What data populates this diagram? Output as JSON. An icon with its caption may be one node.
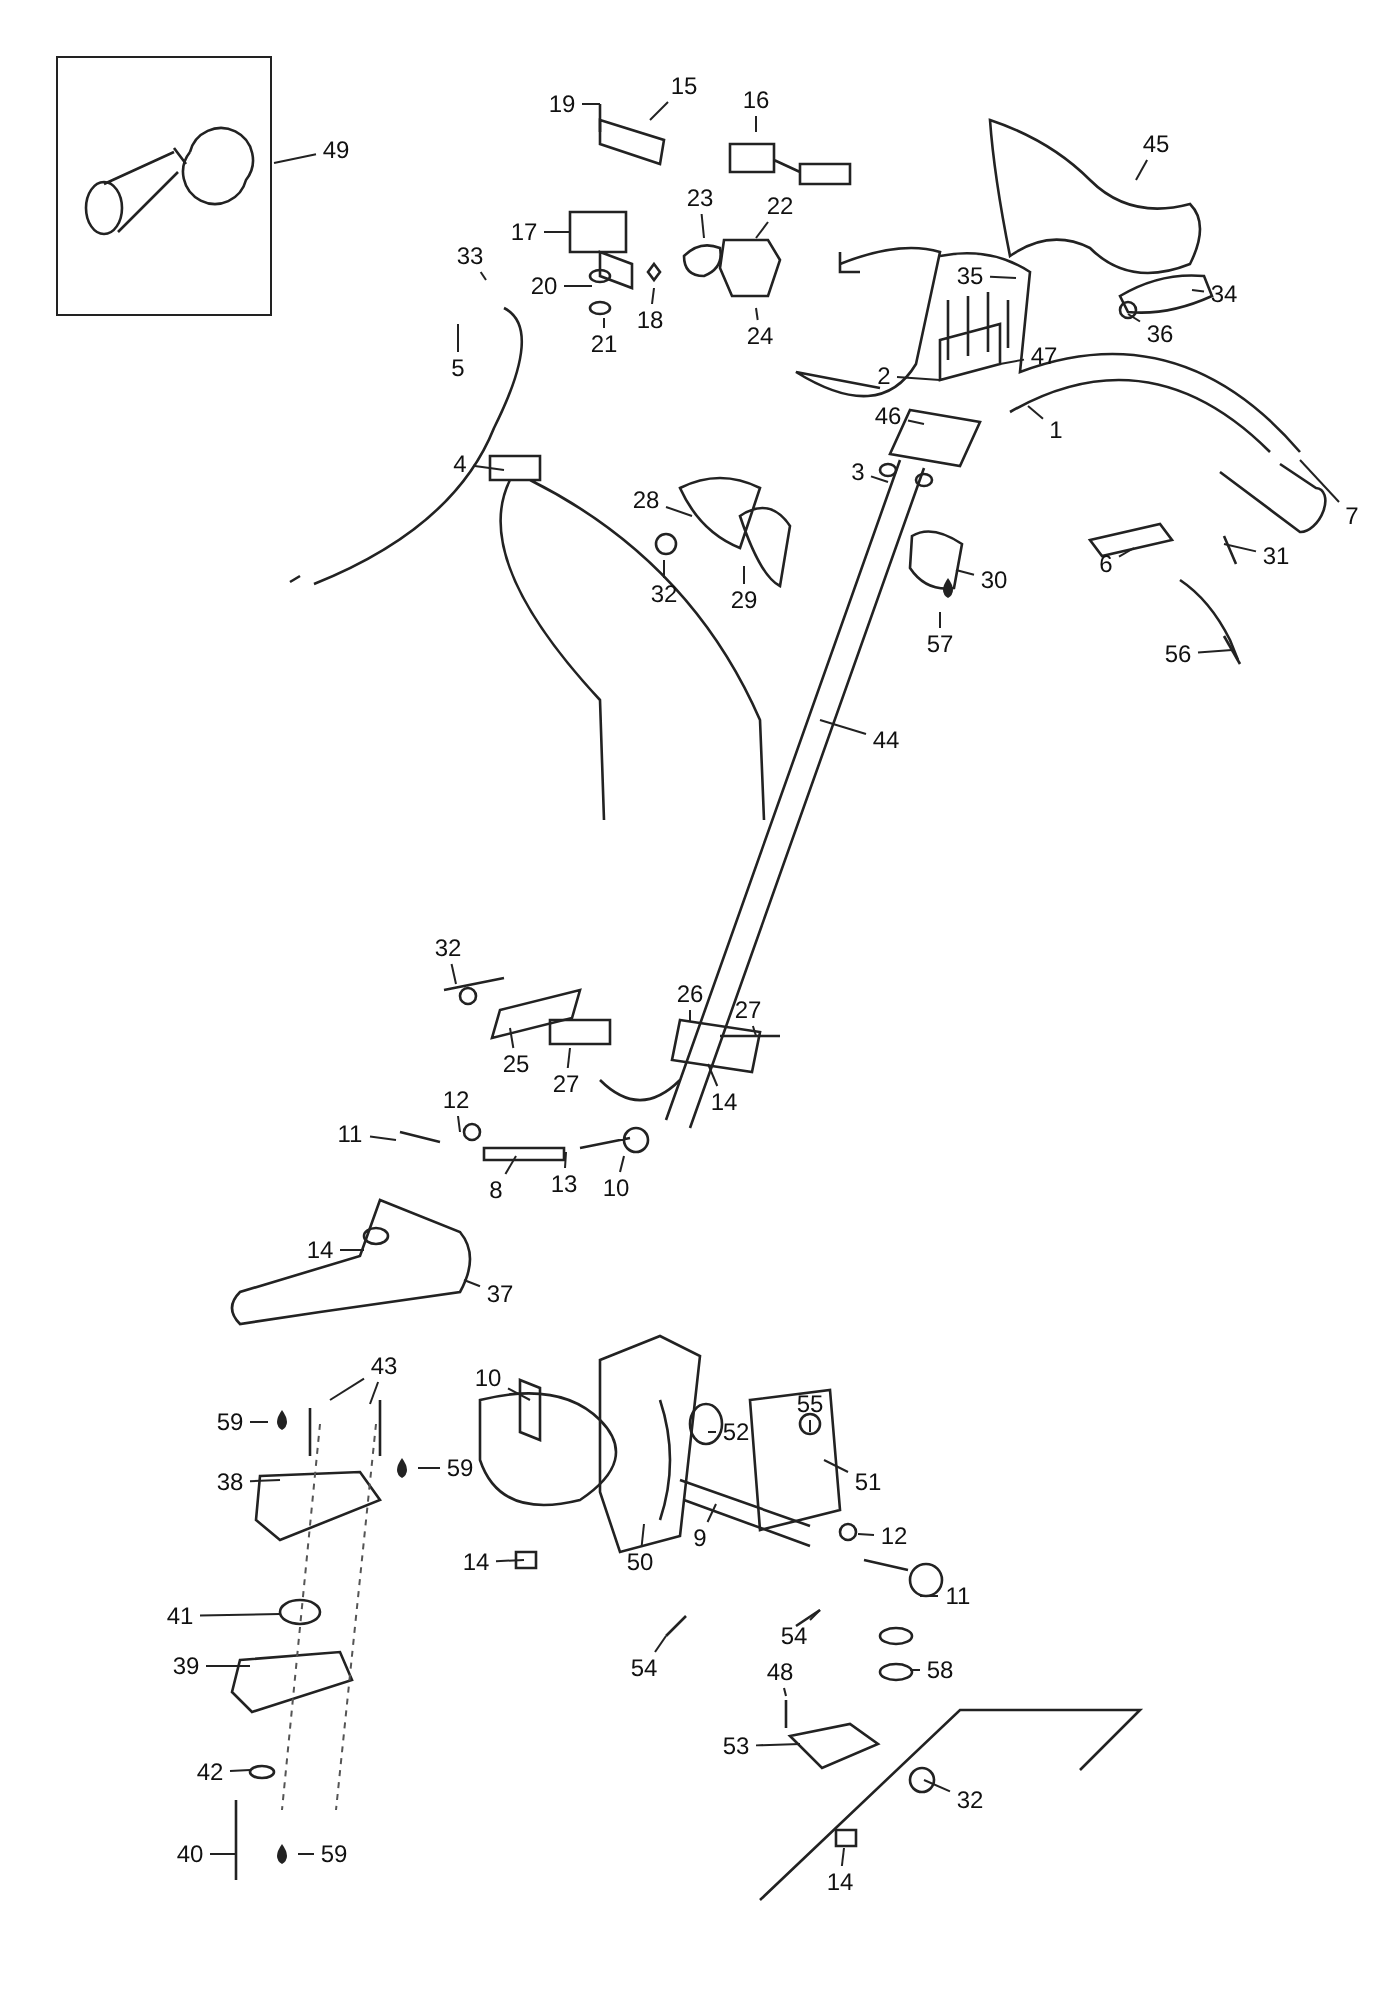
{
  "diagram": {
    "nodes": [
      {
        "text": [],
        "shape": "picture"
      },
      {
        "text": [
          "49"
        ]
      },
      {
        "text": [
          "15"
        ]
      },
      {
        "text": [
          "16"
        ]
      },
      {
        "text": [
          "19"
        ]
      },
      {
        "text": [
          "45"
        ]
      },
      {
        "text": [
          "33"
        ]
      },
      {
        "text": [
          "17"
        ]
      },
      {
        "text": [
          "23"
        ]
      },
      {
        "text": [
          "22"
        ]
      },
      {
        "text": [
          "35"
        ]
      },
      {
        "text": [
          "34"
        ]
      },
      {
        "text": [
          "20"
        ]
      },
      {
        "text": [
          "18"
        ]
      },
      {
        "text": [
          "36"
        ]
      },
      {
        "text": [
          "21"
        ]
      },
      {
        "text": [
          "24"
        ]
      },
      {
        "text": [
          "5"
        ]
      },
      {
        "text": [
          "2"
        ]
      },
      {
        "text": [
          "47"
        ]
      },
      {
        "text": [
          "1"
        ]
      },
      {
        "text": [
          "46"
        ]
      },
      {
        "text": [
          "7"
        ]
      },
      {
        "text": [
          "4"
        ]
      },
      {
        "text": [
          "3"
        ]
      },
      {
        "text": [
          "28"
        ]
      },
      {
        "text": [
          "32"
        ]
      },
      {
        "text": [
          "29"
        ]
      },
      {
        "text": [
          "30"
        ]
      },
      {
        "text": [
          "6"
        ]
      },
      {
        "text": [
          "31"
        ]
      },
      {
        "text": [
          "57"
        ]
      },
      {
        "text": [
          "56"
        ]
      },
      {
        "text": [
          "44"
        ]
      },
      {
        "text": [
          "32"
        ]
      },
      {
        "text": [
          "26"
        ]
      },
      {
        "text": [
          "27"
        ]
      },
      {
        "text": [
          "25"
        ]
      },
      {
        "text": [
          "27"
        ]
      },
      {
        "text": [
          "14"
        ]
      },
      {
        "text": [
          "11"
        ]
      },
      {
        "text": [
          "12"
        ]
      },
      {
        "text": [
          "8"
        ]
      },
      {
        "text": [
          "13"
        ]
      },
      {
        "text": [
          "10"
        ]
      },
      {
        "text": [
          "14"
        ]
      },
      {
        "text": [
          "37"
        ]
      },
      {
        "text": [
          "43"
        ]
      },
      {
        "text": [
          "10"
        ]
      },
      {
        "text": [
          "59"
        ]
      },
      {
        "text": [
          "55"
        ]
      },
      {
        "text": [
          "52"
        ]
      },
      {
        "text": [
          "51"
        ]
      },
      {
        "text": [
          "59"
        ]
      },
      {
        "text": [
          "38"
        ]
      },
      {
        "text": [
          "9"
        ]
      },
      {
        "text": [
          "50"
        ]
      },
      {
        "text": [
          "12"
        ]
      },
      {
        "text": [
          "14"
        ]
      },
      {
        "text": [
          "41"
        ]
      },
      {
        "text": [
          "11"
        ]
      },
      {
        "text": [
          "54"
        ]
      },
      {
        "text": [
          "54"
        ]
      },
      {
        "text": [
          "58"
        ]
      },
      {
        "text": [
          "39"
        ]
      },
      {
        "text": [
          "48"
        ]
      },
      {
        "text": [
          "53"
        ]
      },
      {
        "text": [
          "42"
        ]
      },
      {
        "text": [
          "32"
        ]
      },
      {
        "text": [
          "40"
        ]
      },
      {
        "text": [
          "59"
        ]
      },
      {
        "text": [
          "14"
        ]
      }
    ],
    "edges": [
      {
        "from": 1,
        "to": 0,
        "arrow": "none"
      },
      {
        "from": 2,
        "to": null,
        "arrow": "none"
      },
      {
        "from": 3,
        "to": null,
        "arrow": "none"
      },
      {
        "from": 4,
        "to": null,
        "arrow": "none"
      },
      {
        "from": 5,
        "to": null,
        "arrow": "none"
      },
      {
        "from": 6,
        "to": null,
        "arrow": "none"
      },
      {
        "from": 7,
        "to": null,
        "arrow": "none"
      },
      {
        "from": 8,
        "to": null,
        "arrow": "none"
      },
      {
        "from": 9,
        "to": null,
        "arrow": "none"
      },
      {
        "from": 10,
        "to": null,
        "arrow": "none"
      },
      {
        "from": 11,
        "to": null,
        "arrow": "none"
      },
      {
        "from": 12,
        "to": null,
        "arrow": "none"
      },
      {
        "from": 13,
        "to": null,
        "arrow": "none"
      },
      {
        "from": 14,
        "to": null,
        "arrow": "none"
      },
      {
        "from": 15,
        "to": null,
        "arrow": "none"
      },
      {
        "from": 16,
        "to": null,
        "arrow": "none"
      },
      {
        "from": 17,
        "to": null,
        "arrow": "none"
      },
      {
        "from": 18,
        "to": null,
        "arrow": "none"
      },
      {
        "from": 19,
        "to": null,
        "arrow": "none"
      },
      {
        "from": 20,
        "to": null,
        "arrow": "none"
      },
      {
        "from": 21,
        "to": null,
        "arrow": "none"
      },
      {
        "from": 22,
        "to": null,
        "arrow": "none"
      },
      {
        "from": 23,
        "to": null,
        "arrow": "none"
      },
      {
        "from": 24,
        "to": null,
        "arrow": "none"
      },
      {
        "from": 25,
        "to": null,
        "arrow": "none"
      },
      {
        "from": 26,
        "to": null,
        "arrow": "none"
      },
      {
        "from": 27,
        "to": null,
        "arrow": "none"
      },
      {
        "from": 28,
        "to": null,
        "arrow": "none"
      },
      {
        "from": 29,
        "to": null,
        "arrow": "none"
      },
      {
        "from": 30,
        "to": null,
        "arrow": "none"
      },
      {
        "from": 31,
        "to": null,
        "arrow": "none"
      },
      {
        "from": 32,
        "to": null,
        "arrow": "none"
      },
      {
        "from": 33,
        "to": null,
        "arrow": "none"
      },
      {
        "from": 34,
        "to": null,
        "arrow": "none"
      },
      {
        "from": 35,
        "to": null,
        "arrow": "none"
      },
      {
        "from": 36,
        "to": null,
        "arrow": "none"
      },
      {
        "from": 37,
        "to": null,
        "arrow": "none"
      },
      {
        "from": 38,
        "to": null,
        "arrow": "none"
      },
      {
        "from": 39,
        "to": null,
        "arrow": "none"
      },
      {
        "from": 40,
        "to": null,
        "arrow": "none"
      },
      {
        "from": 41,
        "to": null,
        "arrow": "none"
      },
      {
        "from": 42,
        "to": null,
        "arrow": "none"
      },
      {
        "from": 43,
        "to": null,
        "arrow": "none"
      },
      {
        "from": 44,
        "to": null,
        "arrow": "none"
      },
      {
        "from": 45,
        "to": null,
        "arrow": "none"
      },
      {
        "from": 46,
        "to": null,
        "arrow": "none"
      },
      {
        "from": 47,
        "to": null,
        "arrow": "none"
      },
      {
        "from": 47,
        "to": null,
        "arrow": "none"
      },
      {
        "from": 48,
        "to": null,
        "arrow": "none"
      },
      {
        "from": 49,
        "to": null,
        "arrow": "none"
      },
      {
        "from": 50,
        "to": null,
        "arrow": "none"
      },
      {
        "from": 51,
        "to": null,
        "arrow": "none"
      },
      {
        "from": 52,
        "to": null,
        "arrow": "none"
      },
      {
        "from": 53,
        "to": null,
        "arrow": "none"
      },
      {
        "from": 54,
        "to": null,
        "arrow": "none"
      },
      {
        "from": 55,
        "to": null,
        "arrow": "none"
      },
      {
        "from": 56,
        "to": null,
        "arrow": "none"
      },
      {
        "from": 57,
        "to": null,
        "arrow": "none"
      },
      {
        "from": 58,
        "to": null,
        "arrow": "none"
      },
      {
        "from": 59,
        "to": null,
        "arrow": "none"
      },
      {
        "from": 60,
        "to": null,
        "arrow": "none"
      },
      {
        "from": 61,
        "to": null,
        "arrow": "none"
      },
      {
        "from": 62,
        "to": null,
        "arrow": "none"
      },
      {
        "from": 63,
        "to": null,
        "arrow": "none"
      },
      {
        "from": 64,
        "to": null,
        "arrow": "none"
      },
      {
        "from": 65,
        "to": null,
        "arrow": "none"
      },
      {
        "from": 66,
        "to": null,
        "arrow": "none"
      },
      {
        "from": 67,
        "to": null,
        "arrow": "none"
      },
      {
        "from": 68,
        "to": null,
        "arrow": "none"
      },
      {
        "from": 69,
        "to": null,
        "arrow": "none"
      },
      {
        "from": 70,
        "to": null,
        "arrow": "none"
      },
      {
        "from": 71,
        "to": null,
        "arrow": "none"
      }
    ]
  }
}
